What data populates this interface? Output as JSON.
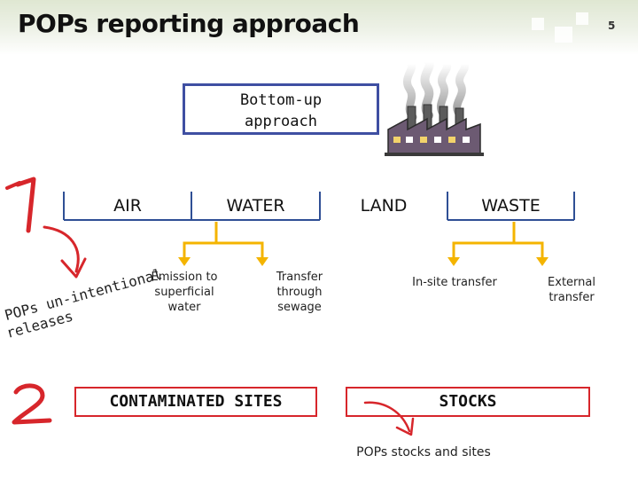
{
  "header": {
    "title": "POPs reporting approach",
    "slide_number": "5"
  },
  "top_box": {
    "line1": "Bottom-up",
    "line2": "approach"
  },
  "step_labels": [
    "1",
    "2"
  ],
  "categories": [
    "AIR",
    "WATER",
    "LAND",
    "WASTE"
  ],
  "water_sub": {
    "emission_lines": [
      "Emission to",
      "superficial",
      "water"
    ],
    "transfer_lines": [
      "Transfer",
      "through",
      "sewage"
    ]
  },
  "waste_sub": {
    "insite": "In-site transfer",
    "external_lines": [
      "External",
      "transfer"
    ]
  },
  "unintentional": {
    "line1": "POPs un-intentional",
    "line2": "releases"
  },
  "bottom": {
    "contaminated": "CONTAMINATED SITES",
    "stocks": "STOCKS",
    "stocks_caption": "POPs stocks and sites"
  },
  "colors": {
    "accent_red": "#d7262b",
    "arrow_yellow": "#f4b400",
    "box_blue": "#3f4fa2",
    "line_blue": "#2f4f95"
  }
}
